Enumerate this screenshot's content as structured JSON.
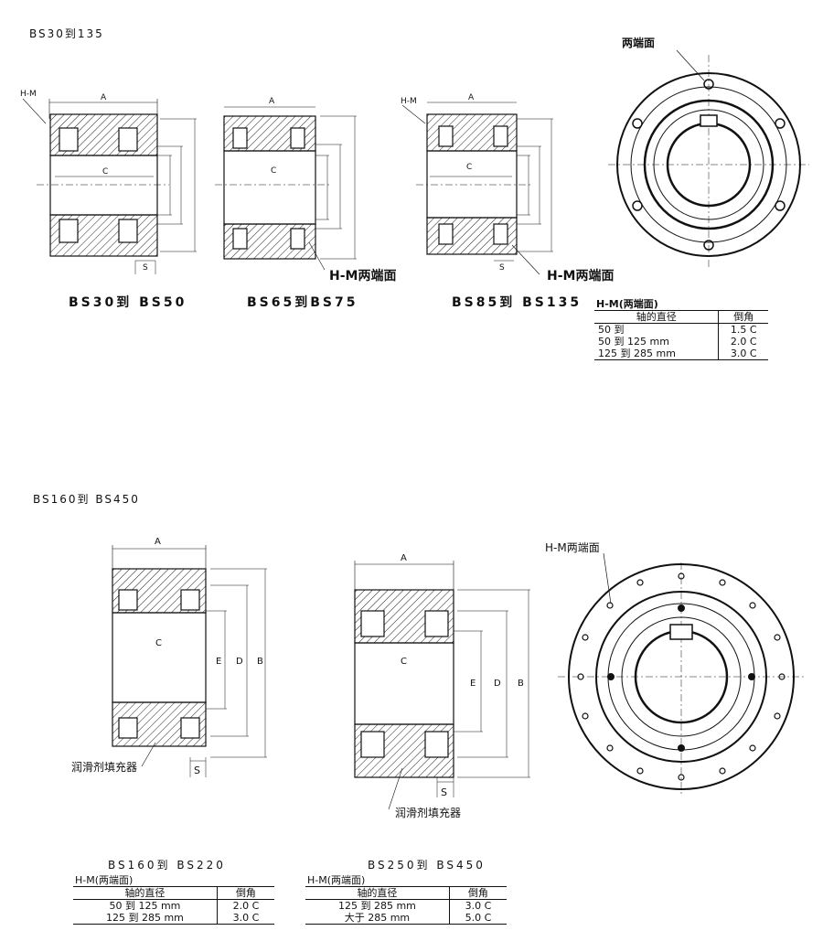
{
  "section1": {
    "title": "BS30到135",
    "captions": [
      "BS30到 BS50",
      "BS65到BS75",
      "BS85到 BS135"
    ],
    "hm_callout_1": "H-M两端面",
    "hm_callout_2": "H-M两端面",
    "end_view_label": "两端面",
    "hm_small_1": "H-M",
    "hm_small_2": "H-M",
    "table": {
      "title": "H-M(两端面)",
      "headers": [
        "轴的直径",
        "倒角"
      ],
      "rows": [
        [
          "50 到",
          "1.5 C"
        ],
        [
          "50 到 125 mm",
          "2.0 C"
        ],
        [
          "125 到 285 mm",
          "3.0 C"
        ]
      ]
    }
  },
  "section2": {
    "title": "BS160到 BS450",
    "captions": [
      "BS160到 BS220",
      "BS250到 BS450"
    ],
    "end_view_label": "H-M两端面",
    "lubricator_1": "润滑剂填充器",
    "lubricator_2": "润滑剂填充器",
    "table_left": {
      "title": "H-M(两端面)",
      "headers": [
        "轴的直径",
        "倒角"
      ],
      "rows": [
        [
          "50 到 125 mm",
          "2.0 C"
        ],
        [
          "125 到 285 mm",
          "3.0 C"
        ]
      ]
    },
    "table_right": {
      "title": "H-M(两端面)",
      "headers": [
        "轴的直径",
        "倒角"
      ],
      "rows": [
        [
          "125 到 285 mm",
          "3.0 C"
        ],
        [
          "大于 285 mm",
          "5.0 C"
        ]
      ]
    }
  },
  "dimension_letters": {
    "A": "A",
    "B": "B",
    "C": "C",
    "D": "D",
    "E": "E",
    "S": "S"
  }
}
